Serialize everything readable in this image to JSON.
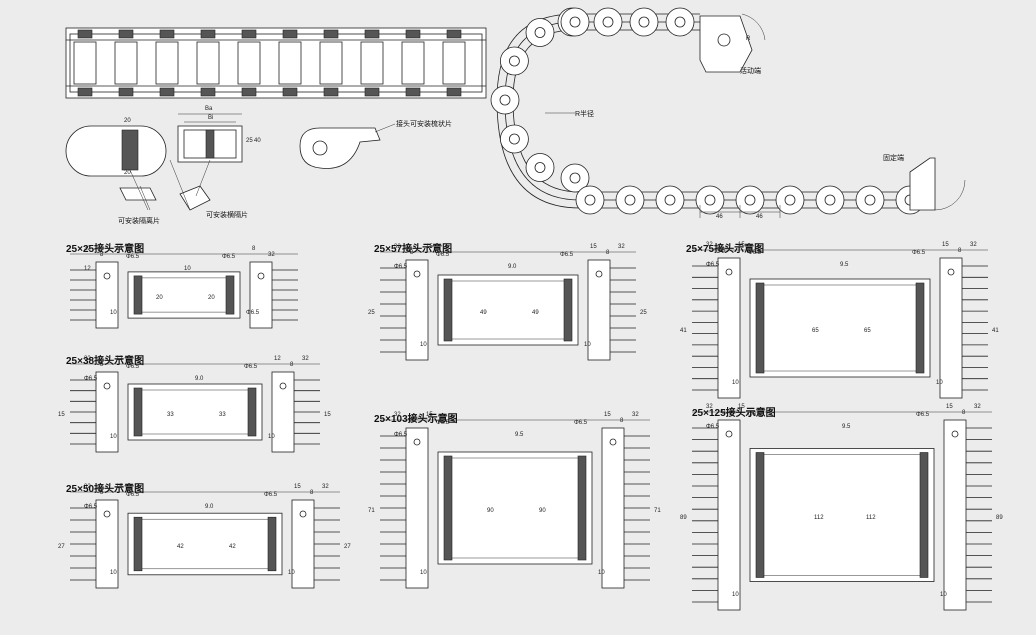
{
  "labels": {
    "moving_end": "活动端",
    "fixed_end": "固定端",
    "radius": "R半径",
    "comb_connector": "接头可安装梳状片",
    "separator": "可安装隔离片",
    "horizontal_separator": "可安装横隔片",
    "bend_dim_r": "R",
    "pitch_a": "46",
    "pitch_b": "46",
    "ba": "Ba",
    "bi": "Bi",
    "h20a": "20",
    "h20b": "20",
    "h25": "25",
    "h40": "40"
  },
  "diagrams": [
    {
      "title": "25×25接头示意图",
      "dims": [
        "32",
        "8",
        "12",
        "Φ6.5",
        "Φ6.5",
        "20",
        "20",
        "10",
        "10",
        "Φ6.5",
        "12",
        "8",
        "32"
      ]
    },
    {
      "title": "25×38接头示意图",
      "dims": [
        "32",
        "8",
        "12",
        "Φ6.5",
        "Φ6.5",
        "33",
        "33",
        "9.0",
        "10",
        "10",
        "Φ6.5",
        "12",
        "8",
        "32",
        "15",
        "15"
      ]
    },
    {
      "title": "25×50接头示意图",
      "dims": [
        "32",
        "8",
        "15",
        "Φ6.5",
        "Φ6.5",
        "42",
        "42",
        "9.0",
        "10",
        "10",
        "Φ6.5",
        "15",
        "8",
        "32",
        "27",
        "27"
      ]
    },
    {
      "title": "25×57接头示意图",
      "dims": [
        "32",
        "8",
        "15",
        "Φ6.5",
        "Φ6.5",
        "49",
        "49",
        "9.0",
        "10",
        "10",
        "Φ6.5",
        "15",
        "8",
        "32",
        "25",
        "25"
      ]
    },
    {
      "title": "25×103接头示意图",
      "dims": [
        "32",
        "8",
        "15",
        "Φ6.5",
        "Φ6.5",
        "90",
        "90",
        "9.5",
        "10",
        "10",
        "Φ6.5",
        "15",
        "8",
        "32",
        "71",
        "71"
      ]
    },
    {
      "title": "25×75接头示意图",
      "dims": [
        "32",
        "8",
        "15",
        "Φ6.5",
        "Φ6.5",
        "65",
        "65",
        "9.5",
        "10",
        "10",
        "Φ6.5",
        "15",
        "8",
        "32",
        "41",
        "41"
      ]
    },
    {
      "title": "25×125接头示意图",
      "dims": [
        "32",
        "8",
        "15",
        "Φ6.5",
        "Φ6.5",
        "112",
        "112",
        "9.5",
        "10",
        "10",
        "Φ6.5",
        "15",
        "8",
        "32",
        "89",
        "89"
      ]
    }
  ]
}
